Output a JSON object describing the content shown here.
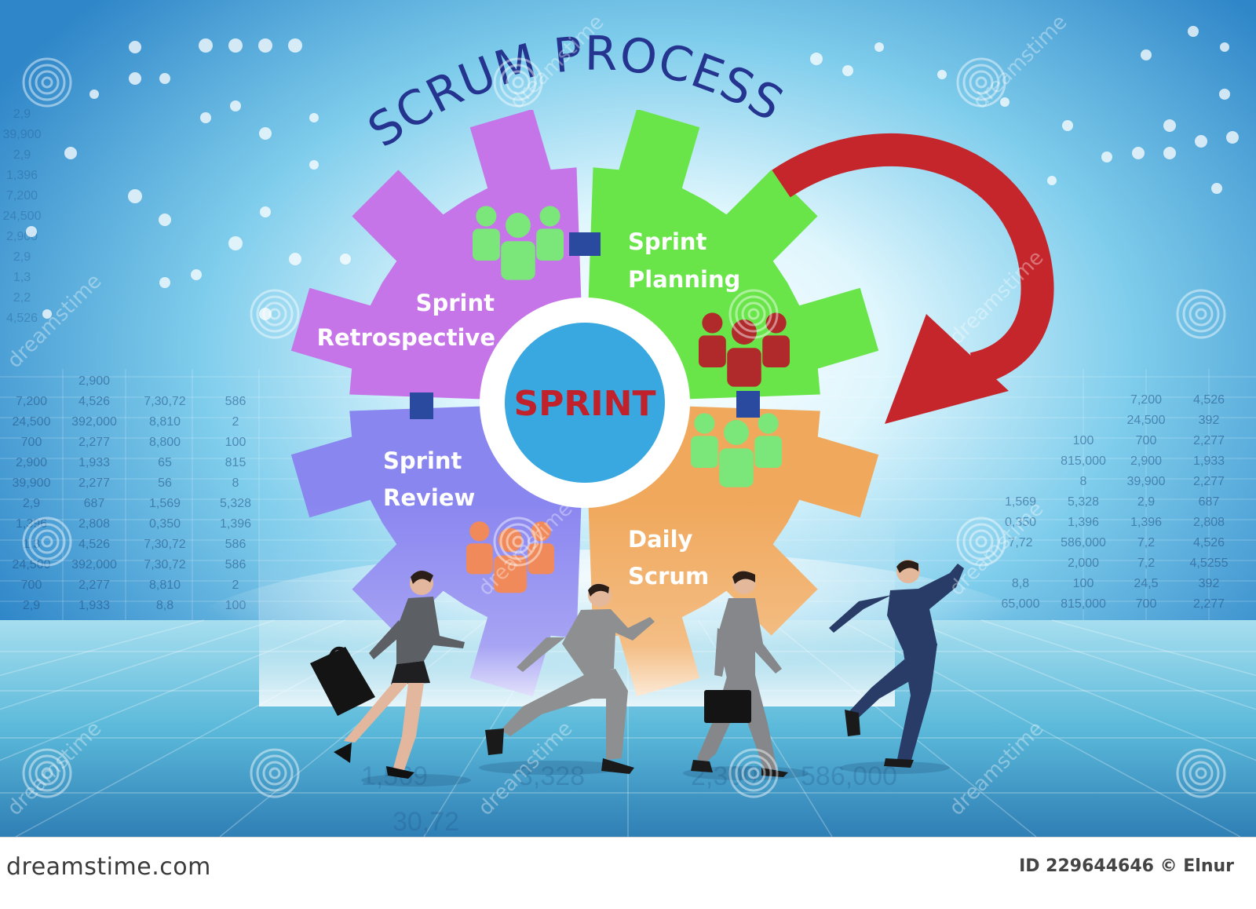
{
  "diagram": {
    "title": "SCRUM PROCESS",
    "center_label": "SPRINT",
    "stages": [
      {
        "id": "sprint-planning",
        "line1": "Sprint",
        "line2": "Planning",
        "color": "#69e54a",
        "team_icon_color": "#b0292b"
      },
      {
        "id": "daily-scrum",
        "line1": "Daily",
        "line2": "Scrum",
        "color": "#f0a85c",
        "team_icon_color": "#7be67a"
      },
      {
        "id": "sprint-review",
        "line1": "Sprint",
        "line2": "Review",
        "color": "#8a86f0",
        "team_icon_color": "#f08a5a"
      },
      {
        "id": "sprint-retrospective",
        "line1": "Sprint",
        "line2": "Retrospective",
        "color": "#c575e8",
        "team_icon_color": "#7be67a"
      }
    ],
    "cycle_arrow_color": "#c5262b"
  },
  "background_numbers": {
    "left": [
      [
        "2,900"
      ],
      [
        "7,200",
        "4,526",
        "7,30,72",
        "586"
      ],
      [
        "24,500",
        "392,000",
        "8,810",
        "2"
      ],
      [
        "700",
        "2,277",
        "8,800",
        "100"
      ],
      [
        "2,900",
        "1,933",
        "65",
        "815"
      ],
      [
        "39,900",
        "2,277",
        "56",
        "8"
      ],
      [
        "2,9",
        "687",
        "1,569",
        "5,328"
      ],
      [
        "1,396",
        "2,808",
        "0,350",
        "1,396"
      ],
      [
        "1,3",
        "4,526",
        "7,30,72",
        "586"
      ],
      [
        "24,500",
        "392,000",
        "7,30,72",
        "586"
      ],
      [
        "700",
        "2,277",
        "8,810",
        "2"
      ],
      [
        "2,9",
        "1,933",
        "8,8",
        "100"
      ]
    ],
    "left_upper": [
      "2,9",
      "39,900",
      "2,9",
      "1,396",
      "7,200",
      "24,500",
      "2,900",
      "2,9",
      "1,3",
      "2,2",
      "4,526"
    ],
    "right": [
      [
        "7,200",
        "4,526"
      ],
      [
        "24,500",
        "392"
      ],
      [
        "100",
        "700",
        "2,277"
      ],
      [
        "815,000",
        "2,900",
        "1,933"
      ],
      [
        "8",
        "39,900",
        "2,277"
      ],
      [
        "1,569",
        "5,328",
        "2,9",
        "687"
      ],
      [
        "0,350",
        "1,396",
        "1,396",
        "2,808"
      ],
      [
        "7,72",
        "586,000",
        "7,2",
        "4,526"
      ],
      [
        "2,000",
        "7,2",
        "4,5255"
      ],
      [
        "8,8",
        "100",
        "24,5",
        "392"
      ],
      [
        "65,000",
        "815,000",
        "700",
        "2,277"
      ]
    ],
    "floor": [
      "1,569",
      "3,328",
      "586,000",
      "2,300",
      "30,72"
    ]
  },
  "watermark": {
    "repeated_text": "dreamstime"
  },
  "footer": {
    "brand": "dreamstime.com",
    "credit": "ID 229644646 © Elnur"
  }
}
